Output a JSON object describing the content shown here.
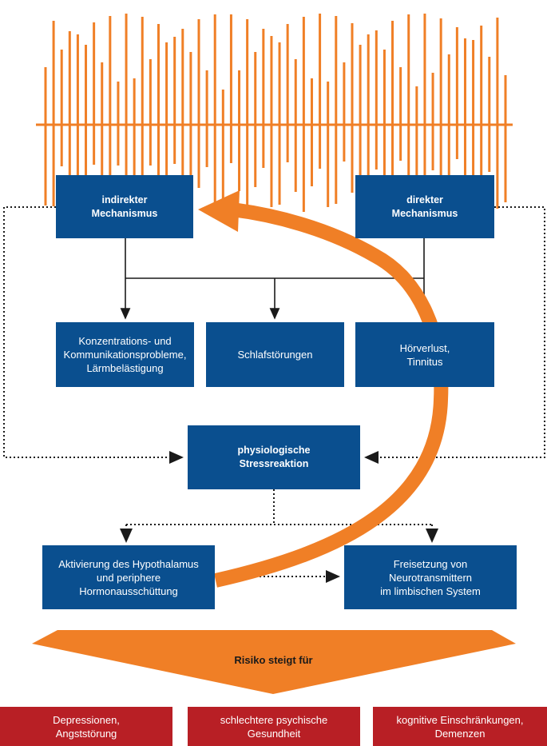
{
  "diagram": {
    "indirect": "indirekter\nMechanismus",
    "direct": "direkter\nMechanismus",
    "effect_concentration": "Konzentrations- und\nKommunikationsprobleme,\nLärmbelästigung",
    "effect_sleep": "Schlafstörungen",
    "effect_hearing": "Hörverlust,\nTinnitus",
    "stress": "physiologische\nStressreaktion",
    "hypothalamus": "Aktivierung des Hypothalamus\nund periphere\nHormonausschüttung",
    "neurotransmitter": "Freisetzung von\nNeurotransmittern\nim limbischen System",
    "risk": "Risiko steigt für",
    "outcome_depression": "Depressionen,\nAngststörung",
    "outcome_mental": "schlechtere psychische\nGesundheit",
    "outcome_cognitive": "kognitive Einschränkungen,\nDemenzen"
  },
  "colors": {
    "blue": "#0a4f8f",
    "orange": "#f07f26",
    "red": "#b81f25",
    "line": "#1a1a1a"
  },
  "icons": {
    "sound_wave": "sound-wave-icon"
  }
}
